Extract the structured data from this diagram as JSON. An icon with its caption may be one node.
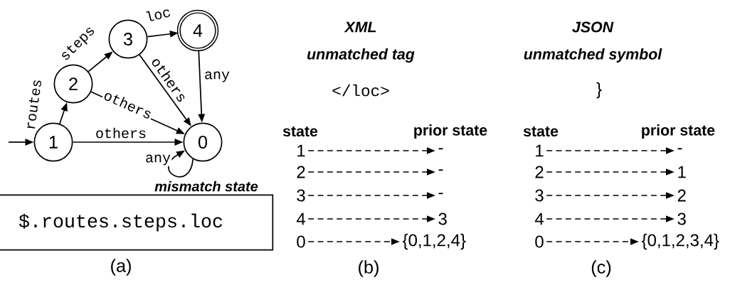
{
  "diagram": {
    "nodes": [
      {
        "text": [
          "1"
        ]
      },
      {
        "text": [
          "2"
        ]
      },
      {
        "text": [
          "3"
        ]
      },
      {
        "text": [
          "4"
        ]
      },
      {
        "text": [
          "0"
        ]
      },
      {
        "text": [
          "$.routes.steps.loc"
        ]
      },
      {
        "text": [
          "1"
        ]
      },
      {
        "text": [
          "-"
        ]
      },
      {
        "text": [
          "2"
        ]
      },
      {
        "text": [
          "-"
        ]
      },
      {
        "text": [
          "3"
        ]
      },
      {
        "text": [
          "-"
        ]
      },
      {
        "text": [
          "4"
        ]
      },
      {
        "text": [
          "3"
        ]
      },
      {
        "text": [
          "0"
        ]
      },
      {
        "text": [
          "{0,1,2,4}"
        ]
      },
      {
        "text": [
          "1"
        ]
      },
      {
        "text": [
          "-"
        ]
      },
      {
        "text": [
          "2"
        ]
      },
      {
        "text": [
          "1"
        ]
      },
      {
        "text": [
          "3"
        ]
      },
      {
        "text": [
          "2"
        ]
      },
      {
        "text": [
          "4"
        ]
      },
      {
        "text": [
          "3"
        ]
      },
      {
        "text": [
          "0"
        ]
      },
      {
        "text": [
          "{0,1,2,3,4}"
        ]
      }
    ],
    "edges": [
      {
        "from": null,
        "to": 0,
        "arrow": "to"
      },
      {
        "from": 0,
        "to": 1,
        "arrow": "to",
        "label": "routes"
      },
      {
        "from": 1,
        "to": 2,
        "arrow": "to",
        "label": "steps"
      },
      {
        "from": 2,
        "to": 3,
        "arrow": "to",
        "label": "loc"
      },
      {
        "from": 2,
        "to": 4,
        "arrow": "to",
        "label": "others"
      },
      {
        "from": 1,
        "to": 4,
        "arrow": "to",
        "label": "others"
      },
      {
        "from": 0,
        "to": 4,
        "arrow": "to",
        "label": "others"
      },
      {
        "from": 3,
        "to": 4,
        "arrow": "to",
        "label": "any"
      },
      {
        "from": 4,
        "to": 4,
        "arrow": "to",
        "label": "any"
      },
      {
        "from": 6,
        "to": 7,
        "arrow": "to",
        "style": "dashed"
      },
      {
        "from": 8,
        "to": 9,
        "arrow": "to",
        "style": "dashed"
      },
      {
        "from": 10,
        "to": 11,
        "arrow": "to",
        "style": "dashed"
      },
      {
        "from": 12,
        "to": 13,
        "arrow": "to",
        "style": "dashed"
      },
      {
        "from": 14,
        "to": 15,
        "arrow": "to",
        "style": "dashed"
      },
      {
        "from": 16,
        "to": 17,
        "arrow": "to",
        "style": "dashed"
      },
      {
        "from": 18,
        "to": 19,
        "arrow": "to",
        "style": "dashed"
      },
      {
        "from": 20,
        "to": 21,
        "arrow": "to",
        "style": "dashed"
      },
      {
        "from": 22,
        "to": 23,
        "arrow": "to",
        "style": "dashed"
      },
      {
        "from": 24,
        "to": 25,
        "arrow": "to",
        "style": "dashed"
      }
    ],
    "labels": [
      "XML",
      "unmatched tag",
      "JSON",
      "unmatched symbol",
      "</loc>",
      "}",
      "state",
      "prior state",
      "state",
      "prior state",
      "mismatch state",
      "(a)",
      "(b)",
      "(c)"
    ]
  }
}
